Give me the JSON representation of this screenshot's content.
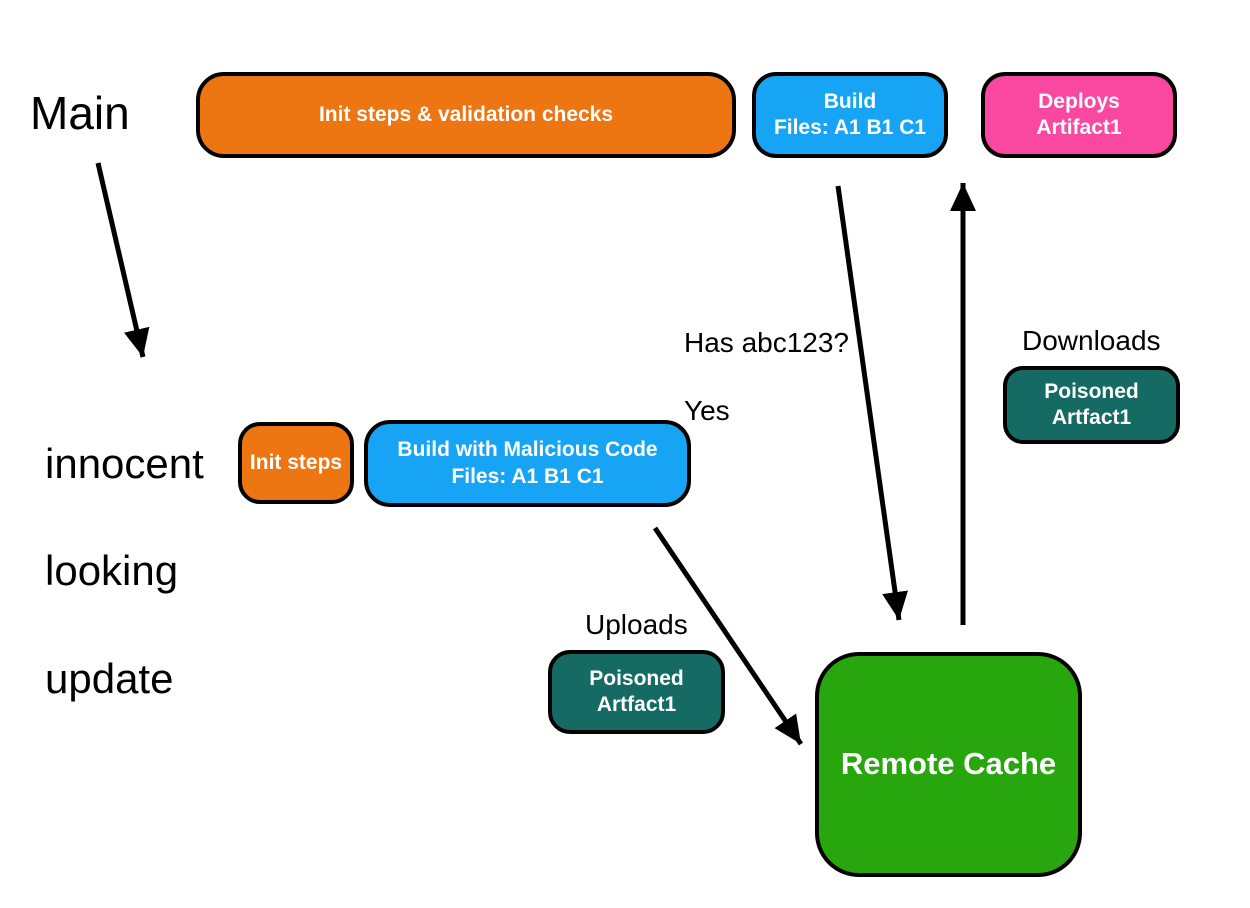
{
  "colors": {
    "orange": "#ED7512",
    "blue": "#18A4F5",
    "pink": "#FA48A0",
    "teal": "#156A63",
    "green": "#27A60D",
    "line": "#000000",
    "node_text": "#FFFFFF",
    "background": "#FFFFFF"
  },
  "labels": {
    "main": "Main",
    "innocent_line1": "innocent",
    "innocent_line2": "looking",
    "innocent_line3": "update",
    "has_hash_line1": "Has abc123?",
    "has_hash_line2": "Yes",
    "uploads": "Uploads",
    "downloads": "Downloads"
  },
  "nodes": {
    "init_validation": {
      "label": "Init steps & validation checks"
    },
    "build_main": {
      "line1": "Build",
      "line2": "Files: A1 B1 C1"
    },
    "deploys": {
      "line1": "Deploys",
      "line2": "Artifact1"
    },
    "init_steps": {
      "label": "Init steps"
    },
    "build_malicious": {
      "line1": "Build with Malicious Code",
      "line2": "Files: A1 B1 C1"
    },
    "poisoned_download": {
      "line1": "Poisoned",
      "line2": "Artfact1"
    },
    "poisoned_upload": {
      "line1": "Poisoned",
      "line2": "Artfact1"
    },
    "remote_cache": {
      "label": "Remote Cache"
    }
  }
}
